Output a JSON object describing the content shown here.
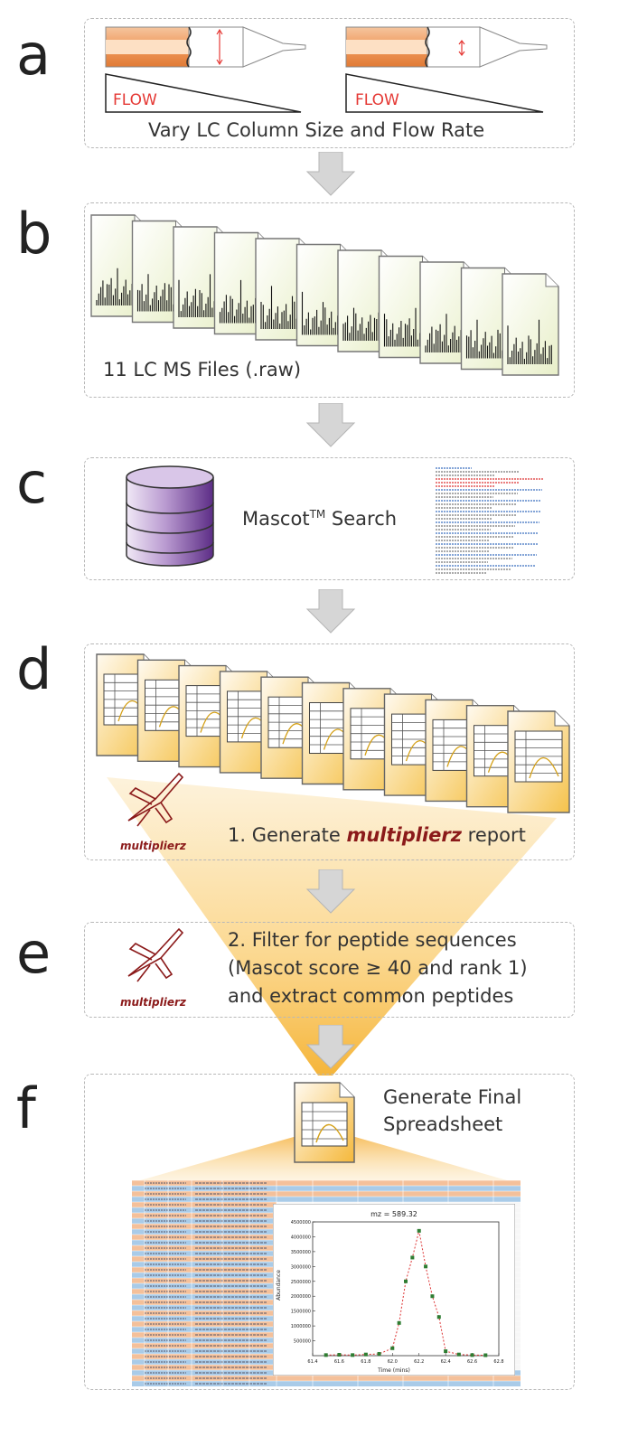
{
  "panels": {
    "a": {
      "letter": "a",
      "flow_label": "FLOW",
      "caption": "Vary LC Column Size and Flow Rate"
    },
    "b": {
      "letter": "b",
      "caption": "11 LC MS Files (.raw)"
    },
    "c": {
      "letter": "c",
      "caption_main": "Mascot",
      "caption_sup": "TM",
      "caption_rest": " Search"
    },
    "d": {
      "letter": "d",
      "step_prefix": "1. Generate ",
      "step_brand": "multiplierz",
      "step_suffix": " report",
      "logo_text": "multiplierz"
    },
    "e": {
      "letter": "e",
      "line1": "2. Filter for peptide sequences",
      "line2": "(Mascot score ≥ 40 and rank 1)",
      "line3": "and extract common peptides",
      "logo_text": "multiplierz"
    },
    "f": {
      "letter": "f",
      "line1": "Generate Final",
      "line2": "Spreadsheet"
    }
  },
  "chart_data": {
    "type": "scatter",
    "title": "mz = 589.32",
    "xlabel": "Time (mins)",
    "ylabel": "Abundance",
    "xlim": [
      61.4,
      62.8
    ],
    "ylim": [
      0,
      4500000
    ],
    "x_ticks": [
      "61.4",
      "61.6",
      "61.8",
      "62.0",
      "62.2",
      "62.4",
      "62.6",
      "62.8"
    ],
    "y_ticks": [
      "500000",
      "1000000",
      "1500000",
      "2000000",
      "2500000",
      "3000000",
      "3500000",
      "4000000",
      "4500000"
    ],
    "x": [
      61.5,
      61.6,
      61.7,
      61.8,
      61.9,
      62.0,
      62.05,
      62.1,
      62.15,
      62.2,
      62.25,
      62.3,
      62.35,
      62.4,
      62.5,
      62.6,
      62.7
    ],
    "series": [
      {
        "values": [
          20000,
          30000,
          20000,
          40000,
          60000,
          250000,
          1100000,
          2500000,
          3300000,
          4200000,
          3000000,
          2000000,
          1300000,
          150000,
          40000,
          20000,
          15000
        ]
      }
    ]
  },
  "colors": {
    "flow": "#e53935",
    "brand": "#8b1a1a",
    "arrow": "#d6d6d6",
    "file": "#e8efc8",
    "report": "#f5c24a"
  }
}
